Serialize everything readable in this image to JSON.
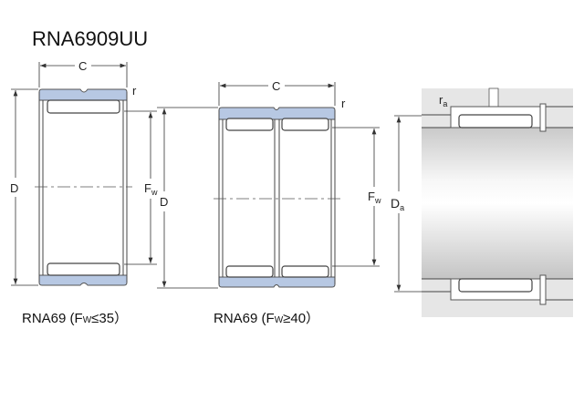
{
  "title": "RNA6909UU",
  "figures": [
    {
      "caption_prefix": "RNA69 (F",
      "caption_sub": "W",
      "caption_suffix": "≤35）",
      "labels": {
        "C": "C",
        "r": "r",
        "D": "D",
        "Fw": "F",
        "Fw_sub": "w"
      }
    },
    {
      "caption_prefix": "RNA69 (F",
      "caption_sub": "W",
      "caption_suffix": "≥40）",
      "labels": {
        "C": "C",
        "r": "r",
        "D": "D",
        "Fw": "F",
        "Fw_sub": "w"
      }
    },
    {
      "labels": {
        "ra": "r",
        "ra_sub": "a",
        "Da": "D",
        "Da_sub": "a"
      }
    }
  ],
  "colors": {
    "ring": "#b7c8e3",
    "housing": "#e6e6e6"
  }
}
